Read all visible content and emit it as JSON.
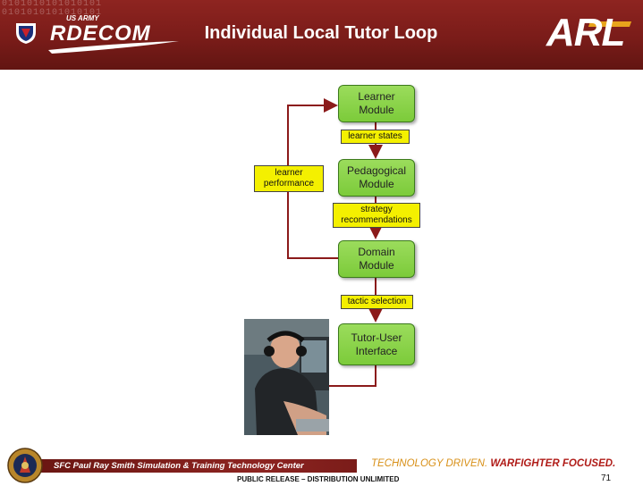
{
  "header": {
    "title": "Individual Local Tutor Loop",
    "left_logo": {
      "small_text": "US ARMY",
      "main_text": "RDECOM",
      "icon": "army-shield-icon",
      "binary": "0101010101010101 0101010101010101"
    },
    "right_logo": {
      "text": "ARL"
    }
  },
  "diagram": {
    "nodes": [
      {
        "id": "learner",
        "text": "Learner\nModule"
      },
      {
        "id": "pedagogical",
        "text": "Pedagogical\nModule"
      },
      {
        "id": "domain",
        "text": "Domain\nModule"
      },
      {
        "id": "interface",
        "text": "Tutor-User\nInterface"
      }
    ],
    "labels": [
      {
        "id": "learner-states",
        "text": "learner states"
      },
      {
        "id": "strategy",
        "text": "strategy\nrecommendations"
      },
      {
        "id": "tactic",
        "text": "tactic selection"
      },
      {
        "id": "performance",
        "text": "learner\nperformance"
      }
    ],
    "colors": {
      "node": "#7ccb3a",
      "label": "#f4f000",
      "arrow": "#8b1a1a"
    }
  },
  "photo": {
    "icon": "soldier-with-headset-photo"
  },
  "footer": {
    "center": "SFC Paul Ray Smith Simulation & Training Technology Center",
    "tagline_part1": "TECHNOLOGY DRIVEN.",
    "tagline_part2": "WARFIGHTER FOCUSED.",
    "release": "PUBLIC RELEASE – DISTRIBUTION UNLIMITED",
    "page_number": "71",
    "seal_icon": "stc-seal-icon"
  }
}
